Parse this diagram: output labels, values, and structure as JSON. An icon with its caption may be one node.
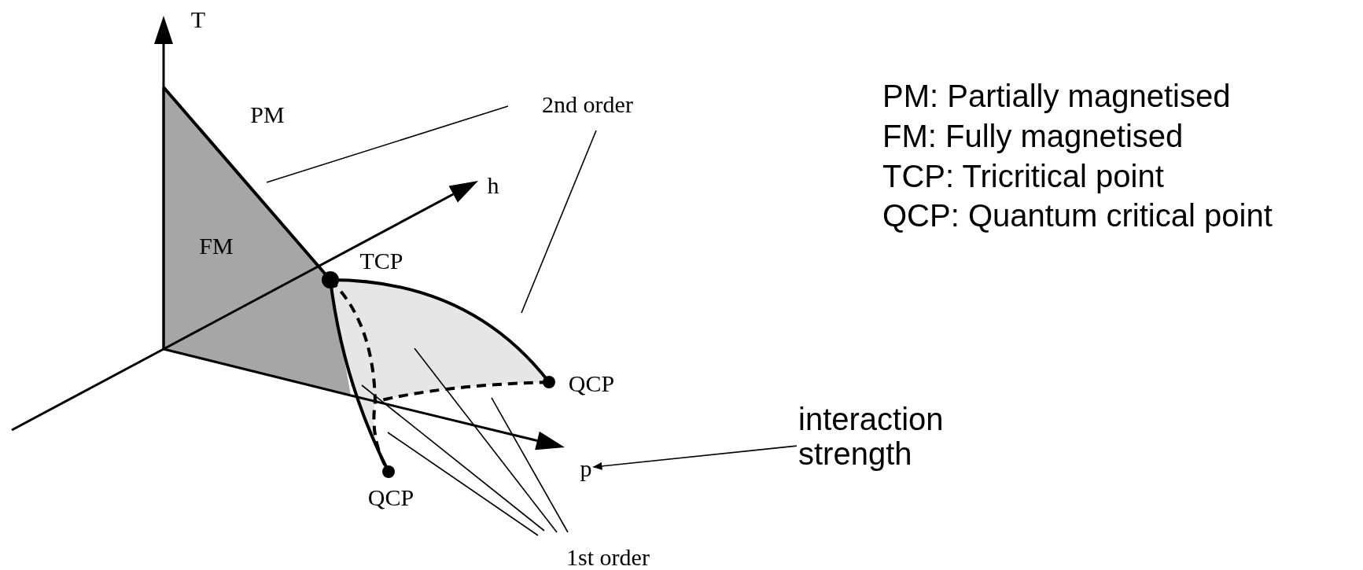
{
  "diagram": {
    "nodes": [
      {
        "text": [
          "2nd order"
        ]
      },
      {
        "text": [
          "1st order"
        ]
      },
      {
        "text": [
          "interaction strength"
        ]
      },
      {
        "text": [
          "p"
        ]
      }
    ],
    "edges": [
      {
        "from": 0,
        "to": null,
        "arrow": "none"
      },
      {
        "from": 0,
        "to": null,
        "arrow": "none"
      },
      {
        "from": 1,
        "to": null,
        "arrow": "none"
      },
      {
        "from": 1,
        "to": null,
        "arrow": "none"
      },
      {
        "from": 1,
        "to": null,
        "arrow": "none"
      },
      {
        "from": 1,
        "to": null,
        "arrow": "none"
      },
      {
        "from": 2,
        "to": 3,
        "arrow": "to"
      }
    ],
    "labels": [
      "T",
      "PM",
      "h",
      "FM",
      "TCP",
      "QCP",
      "QCP",
      "PM: Partially magnetised",
      "FM: Fully magnetised",
      "TCP: Tricritical point",
      "QCP: Quantum critical point"
    ]
  }
}
